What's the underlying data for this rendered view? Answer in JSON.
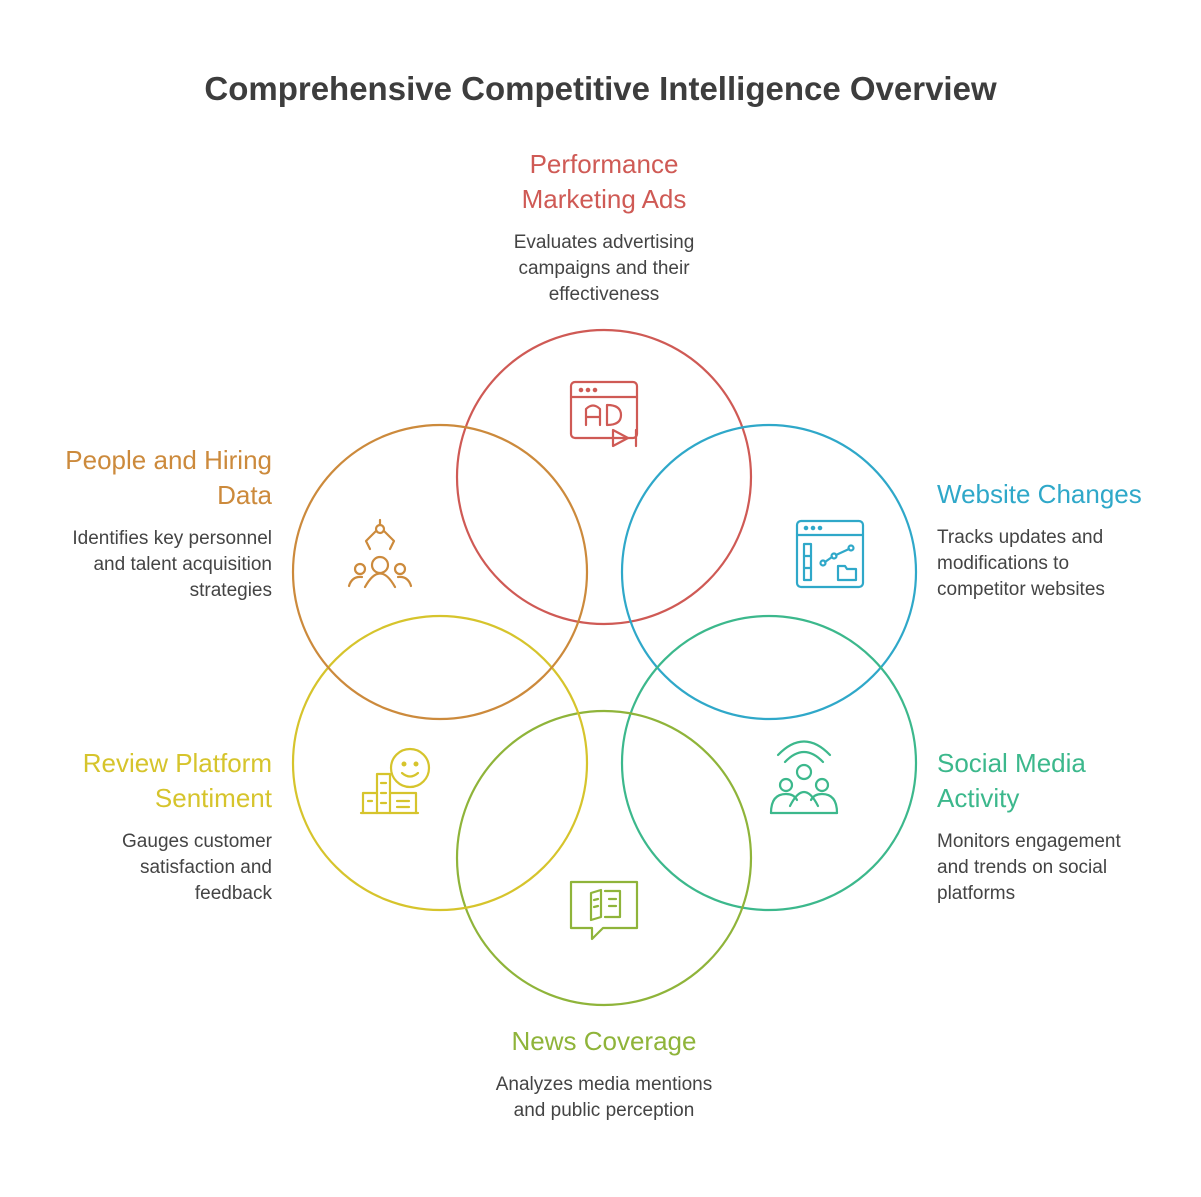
{
  "title": "Comprehensive Competitive Intelligence Overview",
  "sections": {
    "performance": {
      "title": "Performance\nMarketing Ads",
      "description": "Evaluates advertising\ncampaigns and their\neffectiveness",
      "color": "#cf5a55",
      "icon": "ad-window-icon"
    },
    "website": {
      "title": "Website Changes",
      "description": "Tracks updates and\nmodifications to\ncompetitor websites",
      "color": "#2fa8c9",
      "icon": "browser-analytics-icon"
    },
    "social": {
      "title": "Social Media\nActivity",
      "description": "Monitors engagement\nand trends on social\nplatforms",
      "color": "#3cb88c",
      "icon": "group-broadcast-icon"
    },
    "news": {
      "title": "News Coverage",
      "description": "Analyzes media mentions\nand public perception",
      "color": "#8fb43a",
      "icon": "news-chat-icon"
    },
    "review": {
      "title": "Review Platform\nSentiment",
      "description": "Gauges customer\nsatisfaction and\nfeedback",
      "color": "#d6c42c",
      "icon": "smiley-building-icon"
    },
    "people": {
      "title": "People and Hiring\nData",
      "description": "Identifies key personnel\nand talent acquisition\nstrategies",
      "color": "#cc8a3c",
      "icon": "talent-claw-icon"
    }
  }
}
